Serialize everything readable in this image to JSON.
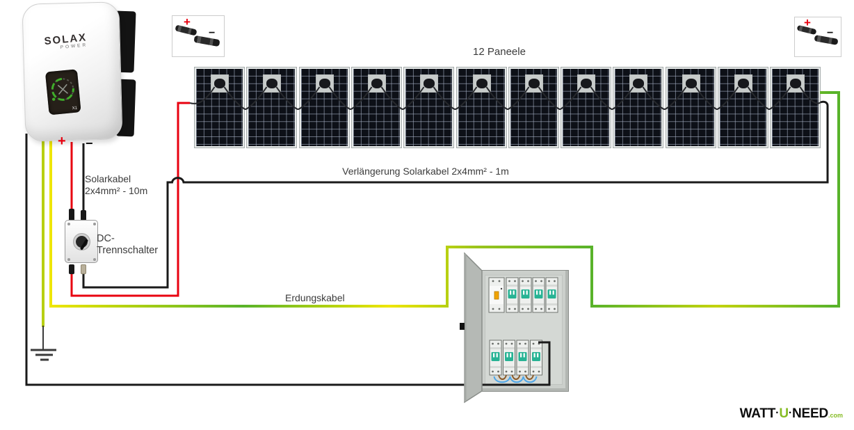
{
  "inverter": {
    "brand": "SOLAX",
    "brand_sub": "POWER",
    "model": "X1",
    "plus": "+",
    "minus": "−"
  },
  "mc4_left": {
    "plus": "+",
    "minus": "−"
  },
  "mc4_right": {
    "plus": "+",
    "minus": "−"
  },
  "string": {
    "title": "12 Paneele",
    "panel_count": 12
  },
  "cables": {
    "solar_cable_line1": "Solarkabel",
    "solar_cable_line2": "2x4mm² - 10m",
    "extension": "Verlängerung Solarkabel 2x4mm² - 1m",
    "ground": "Erdungskabel"
  },
  "dc_switch": {
    "label_line1": "DC-",
    "label_line2": "Trennschalter"
  },
  "logo": {
    "word1": "WATT",
    "dot": "·",
    "word2": "U",
    "word3": "NEED",
    "tld": ".com"
  },
  "colors": {
    "dc_plus": "#e8000f",
    "dc_minus": "#1a1a1a",
    "ac_cable": "#1a1a1a",
    "ground_yellow": "#efe600",
    "ground_green": "#58b32a",
    "inverter_ground": "#b8cf12",
    "breaker_toggle": "#27b394",
    "rcd_lever": "#f0a300",
    "logo_green": "#86bc25"
  }
}
